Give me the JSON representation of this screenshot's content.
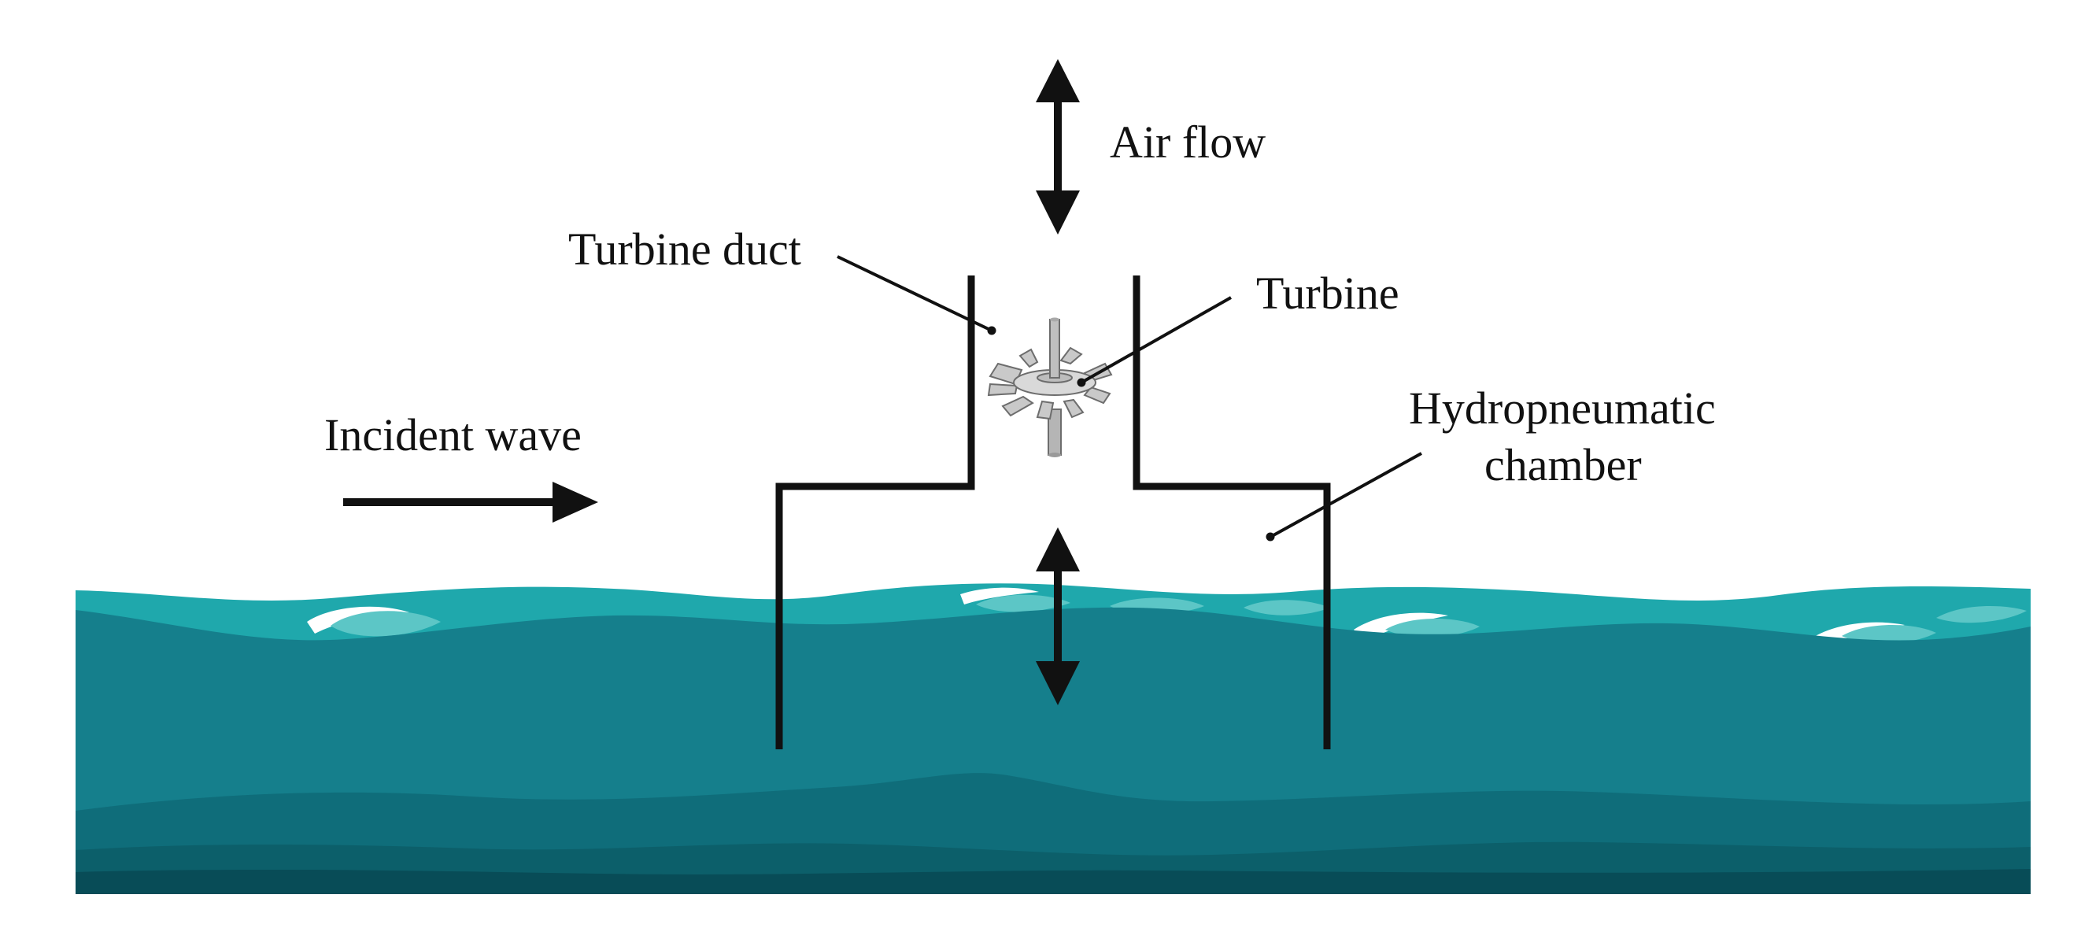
{
  "labels": {
    "air_flow": "Air flow",
    "turbine_duct": "Turbine duct",
    "turbine": "Turbine",
    "hydropneumatic_line1": "Hydropneumatic",
    "hydropneumatic_line2": "chamber",
    "incident_wave": "Incident wave"
  },
  "colors": {
    "background": "#ffffff",
    "structure": "#111111",
    "wave_crest": "#1fa8ac",
    "wave_highlight": "#5cc6c6",
    "foam": "#ffffff",
    "water_upper": "#157f8c",
    "water_mid": "#0f6d7a",
    "water_lower": "#0c5f6a",
    "water_bottom": "#084c57",
    "turbine_metal": "#c9c9c9",
    "turbine_edge": "#6d6d6d"
  },
  "icons": [
    "double-arrow-icon",
    "right-arrow-icon",
    "turbine-icon"
  ]
}
